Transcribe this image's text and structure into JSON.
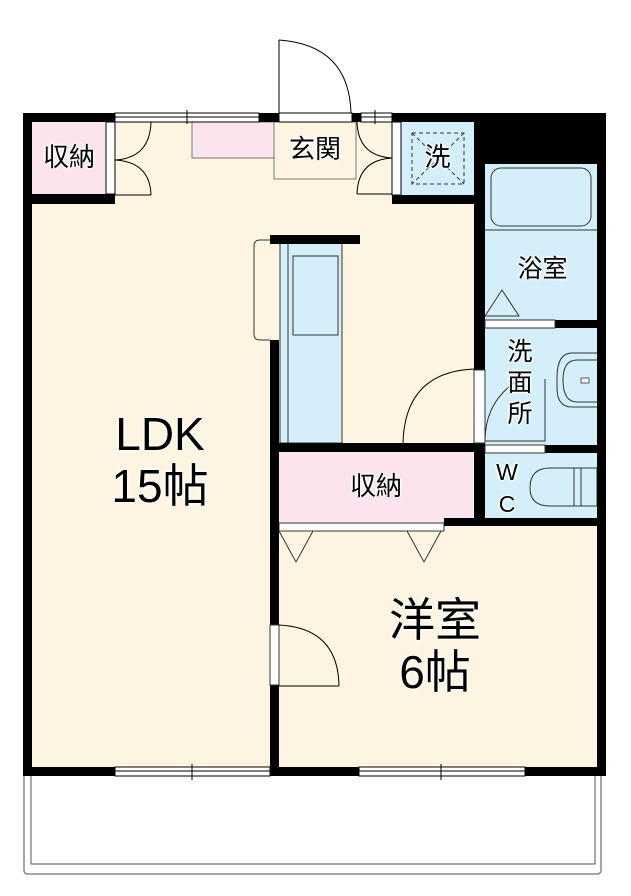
{
  "floorplan": {
    "colors": {
      "wall": "#000000",
      "room_floor": "#fdf5e2",
      "storage": "#fbe4ee",
      "wet_area": "#d4effa",
      "background": "#ffffff"
    },
    "rooms": {
      "ldk": {
        "name": "LDK",
        "size": "15帖"
      },
      "western_room": {
        "name": "洋室",
        "size": "6帖"
      },
      "storage_top_left": {
        "name": "収納"
      },
      "storage_center": {
        "name": "収納"
      },
      "entrance": {
        "name": "玄関"
      },
      "washer": {
        "name": "洗"
      },
      "bathroom": {
        "name": "浴室"
      },
      "washroom": {
        "name": "洗面所",
        "chars": [
          "洗",
          "面",
          "所"
        ]
      },
      "toilet": {
        "name": "WC",
        "chars": [
          "W",
          "C"
        ]
      }
    }
  }
}
